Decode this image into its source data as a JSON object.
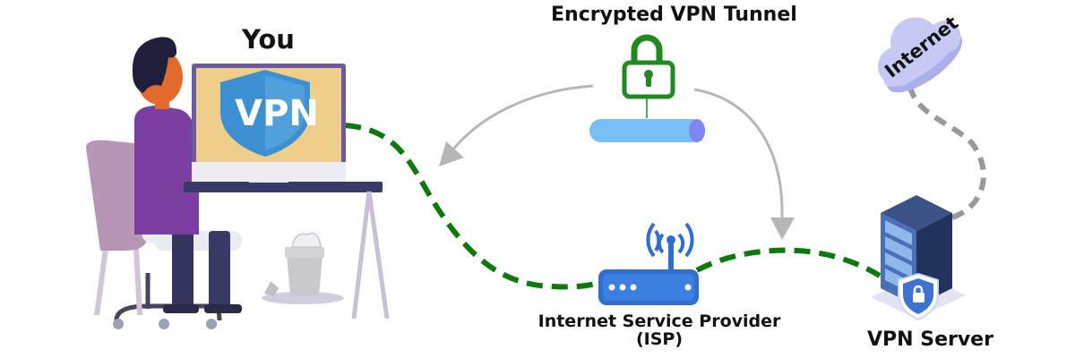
{
  "labels": {
    "you": "You",
    "monitor_badge": "VPN",
    "tunnel": "Encrypted VPN Tunnel",
    "internet": "Internet",
    "isp_line1": "Internet Service Provider",
    "isp_line2": "(ISP)",
    "vpn_server": "VPN Server"
  },
  "icons": {
    "padlock": "lock-icon",
    "tunnel": "pipe-tunnel-icon",
    "router": "wifi-router-icon",
    "cloud": "cloud-icon",
    "server": "server-rack-icon",
    "shield": "shield-icon"
  },
  "colors": {
    "dashed_link": "#0a7a0a",
    "internet_link": "#999999",
    "lock": "#1f8a1f",
    "tunnel": "#79bff7",
    "router": "#2f6fd1",
    "vpn_shield": "#3c8fd0",
    "monitor_screen": "#efcd8a",
    "person_shirt": "#7a3fa0",
    "cloud": "#c6c9f3",
    "server": "#21325c",
    "arrows": "#b7b7b7"
  }
}
